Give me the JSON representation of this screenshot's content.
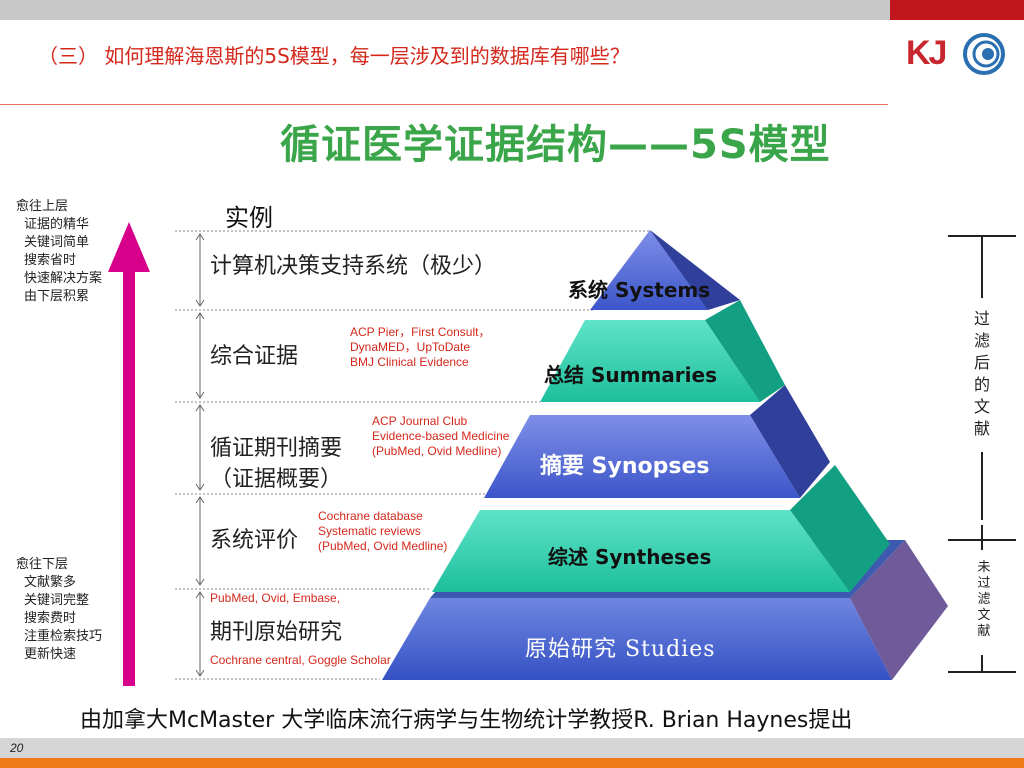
{
  "header": {
    "title": "（三） 如何理解海恩斯的5S模型，每一层涉及到的数据库有哪些？",
    "logo_text": "KJ"
  },
  "main_title": "循证医学证据结构——5S模型",
  "left_notes": {
    "top": [
      "愈往上层",
      "证据的精华",
      "关键词简单",
      "搜索省时",
      "快速解决方案",
      "由下层积累"
    ],
    "bottom": [
      "愈往下层",
      "文献繁多",
      "关键词完整",
      "搜索费时",
      "注重检索技巧",
      "更新快速"
    ]
  },
  "examples_title": "实例",
  "levels": [
    {
      "label": "计算机决策支持系统（极少）",
      "pyramid": "系统 Systems",
      "db": []
    },
    {
      "label": "综合证据",
      "pyramid": "总结 Summaries",
      "db": [
        "ACP Pier，First Consult，",
        "DynaMED，UpToDate",
        "BMJ Clinical Evidence"
      ]
    },
    {
      "label": "循证期刊摘要",
      "label2": "（证据概要）",
      "pyramid": "摘要 Synopses",
      "db": [
        "ACP Journal Club",
        "Evidence-based Medicine",
        "(PubMed, Ovid Medline)"
      ]
    },
    {
      "label": "系统评价",
      "pyramid": "综述 Syntheses",
      "db": [
        "Cochrane database",
        "Systematic reviews",
        "(PubMed, Ovid Medline)"
      ]
    },
    {
      "label": "期刊原始研究",
      "pyramid": "原始研究 Studies",
      "db_top": "PubMed, Ovid, Embase,",
      "db_bottom": "Cochrane central, Goggle Scholar"
    }
  ],
  "right_labels": {
    "filtered": "过滤后的文献",
    "unfiltered": "未过滤文献"
  },
  "footer": {
    "text": "由加拿大McMaster 大学临床流行病学与生物统计学教授R. Brian Haynes提出",
    "page": "20"
  },
  "colors": {
    "accent_red": "#d4281c",
    "title_green": "#3aa549",
    "arrow_magenta": "#d6008a",
    "footer_orange": "#ee7a18"
  }
}
